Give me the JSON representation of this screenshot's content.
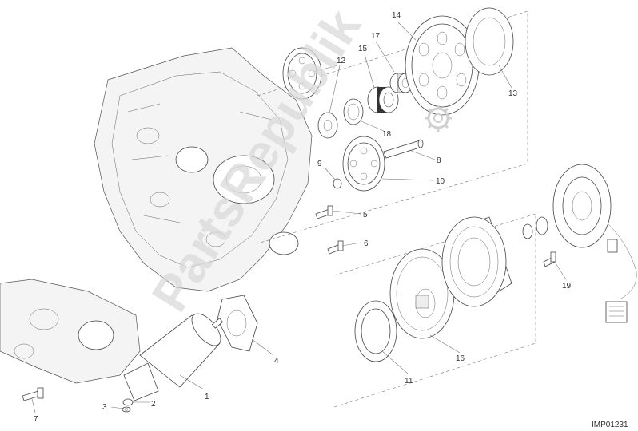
{
  "watermark": {
    "text": "PartsRepublik"
  },
  "drawing_code": "IMP01231",
  "callouts": [
    {
      "id": "c1",
      "label": "1"
    },
    {
      "id": "c2",
      "label": "2"
    },
    {
      "id": "c3",
      "label": "3"
    },
    {
      "id": "c4",
      "label": "4"
    },
    {
      "id": "c5",
      "label": "5"
    },
    {
      "id": "c6",
      "label": "6"
    },
    {
      "id": "c7",
      "label": "7"
    },
    {
      "id": "c8",
      "label": "8"
    },
    {
      "id": "c9",
      "label": "9"
    },
    {
      "id": "c10",
      "label": "10"
    },
    {
      "id": "c11",
      "label": "11"
    },
    {
      "id": "c12",
      "label": "12"
    },
    {
      "id": "c13",
      "label": "13"
    },
    {
      "id": "c14",
      "label": "14"
    },
    {
      "id": "c15",
      "label": "15"
    },
    {
      "id": "c16",
      "label": "16"
    },
    {
      "id": "c17",
      "label": "17"
    },
    {
      "id": "c18",
      "label": "18"
    },
    {
      "id": "c19",
      "label": "19"
    }
  ]
}
